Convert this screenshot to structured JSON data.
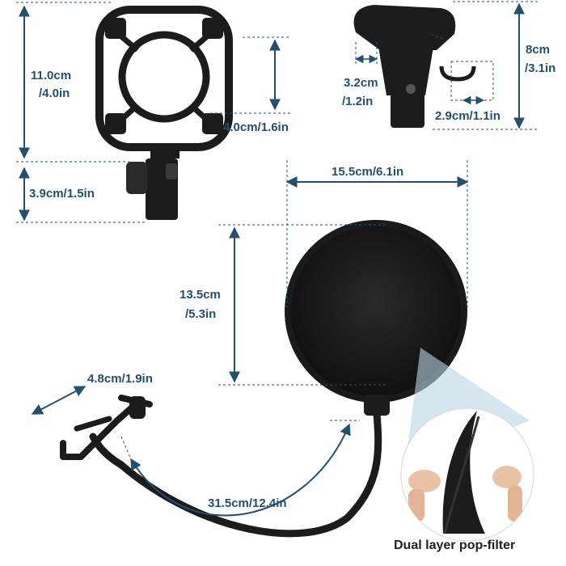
{
  "colors": {
    "dimension": "#24506e",
    "product": "#1c1c1c",
    "highlight": "#b9d6e4",
    "background": "#ffffff"
  },
  "shock_mount": {
    "height_total": {
      "line1": "11.0cm",
      "line2": "/4.0in"
    },
    "inner_ring": "4.0cm/1.6in",
    "base_height": "3.9cm/1.5in"
  },
  "mic_clip": {
    "opening": {
      "line1": "3.2cm",
      "line2": "/1.2in"
    },
    "height": {
      "line1": "8cm",
      "line2": "/3.1in"
    },
    "thread": "2.9cm/1.1in"
  },
  "pop_filter": {
    "diameter": "15.5cm/6.1in",
    "height": {
      "line1": "13.5cm",
      "line2": "/5.3in"
    },
    "clamp": "4.8cm/1.9in",
    "gooseneck": "31.5cm/12.4in",
    "caption": "Dual layer pop-filter"
  }
}
